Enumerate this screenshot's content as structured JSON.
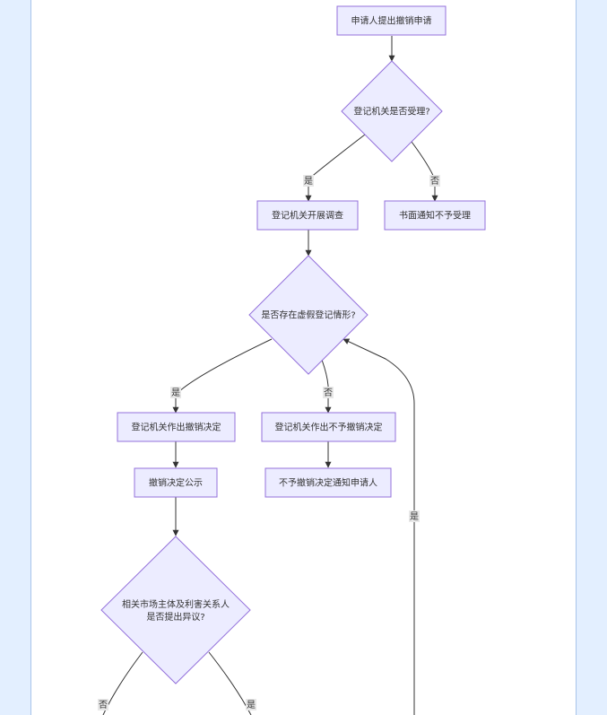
{
  "colors": {
    "page_background": "#e3efff",
    "panel_background": "#ffffff",
    "node_fill": "#ececff",
    "node_stroke": "#9370db",
    "edge": "#333333",
    "label_background": "#e8e8e8"
  },
  "nodes": {
    "start": "申请人提出撤销申请",
    "accept": "登记机关是否受理?",
    "investigate": "登记机关开展调查",
    "reject_notice": "书面通知不予受理",
    "false_reg": "是否存在虚假登记情形?",
    "revoke_decision": "登记机关作出撤销决定",
    "no_revoke_decision": "登记机关作出不予撤销决定",
    "publicity": "撤销决定公示",
    "no_revoke_notice": "不予撤销决定通知申请人",
    "objection_line1": "相关市场主体及利害关系人",
    "objection_line2": "是否提出异议?"
  },
  "edge_labels": {
    "yes": "是",
    "no": "否"
  }
}
